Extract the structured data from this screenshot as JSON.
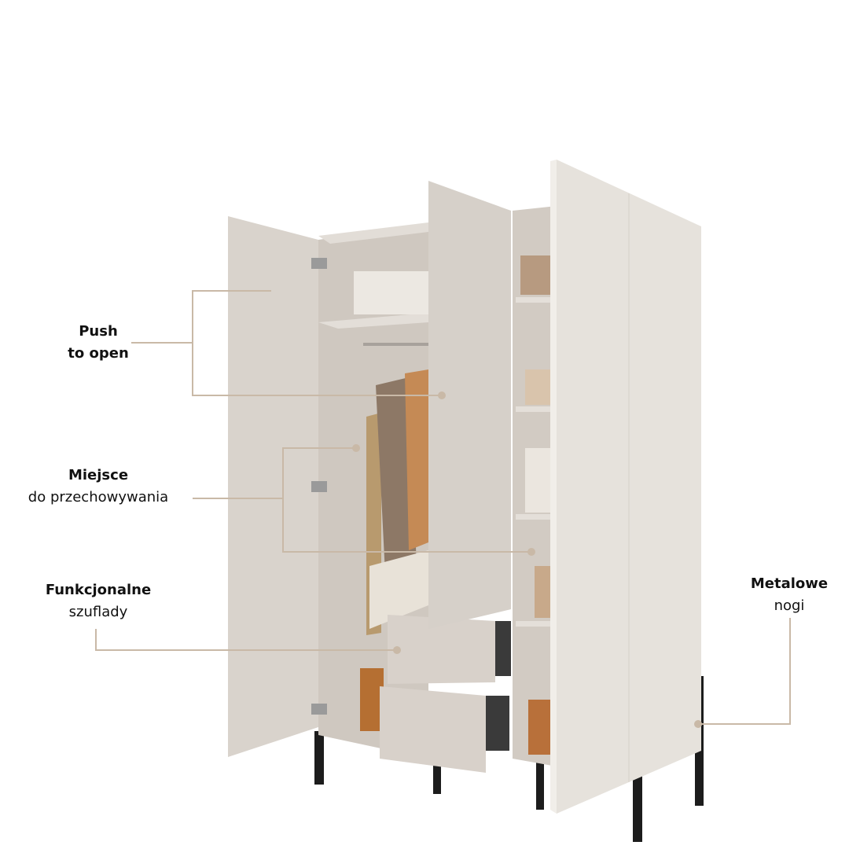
{
  "annotations": {
    "push": {
      "title": "Push",
      "subtitle": "to open"
    },
    "storage": {
      "title": "Miejsce",
      "subtitle": "do przechowywania"
    },
    "drawers": {
      "title": "Funkcjonalne",
      "subtitle": "szuflady"
    },
    "legs": {
      "title": "Metalowe",
      "subtitle": "nogi"
    }
  },
  "colors": {
    "callout_line": "#c9b9a7",
    "panel": "#e4e0da",
    "door": "#d8d2cb",
    "interior": "#cdc6be",
    "leg": "#1c1c1c"
  }
}
